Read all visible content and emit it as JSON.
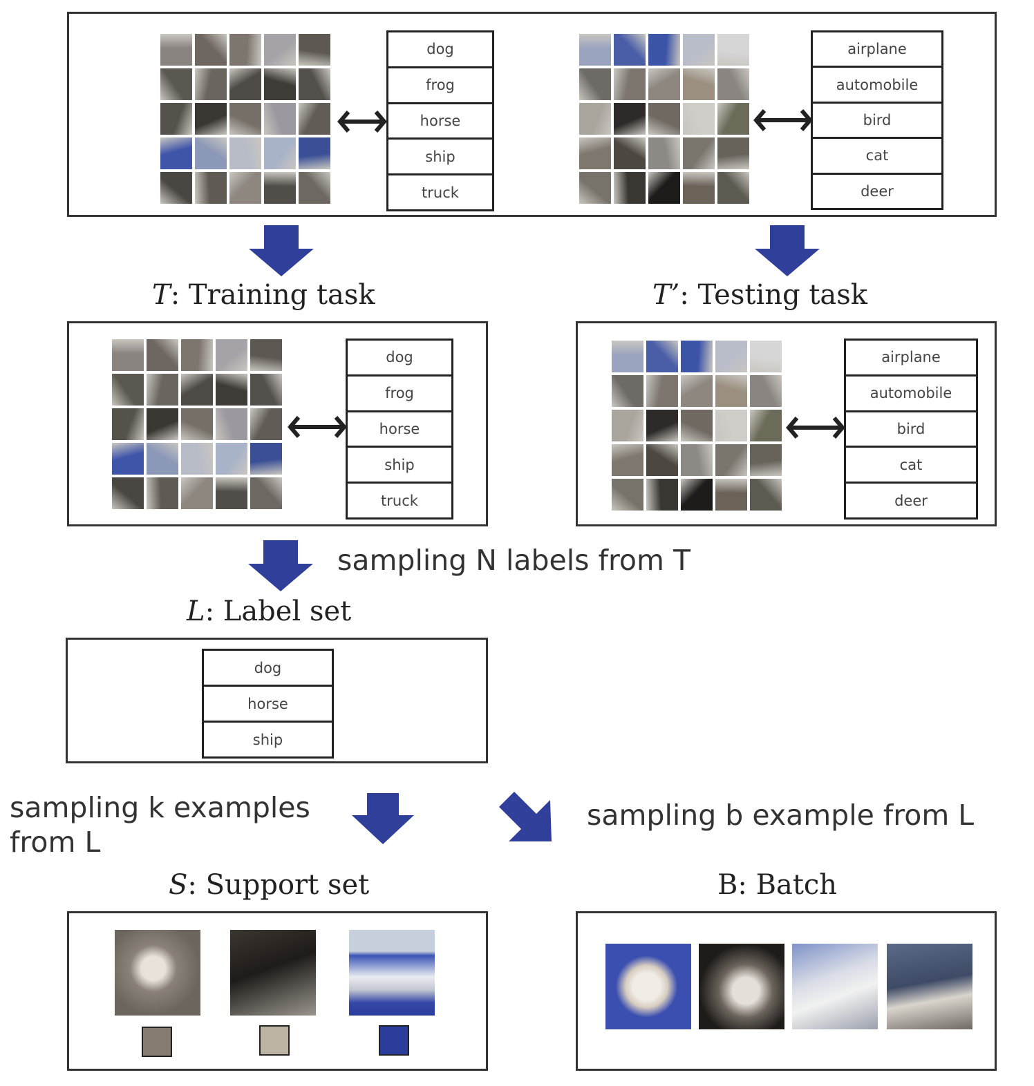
{
  "classes": {
    "training": [
      "dog",
      "frog",
      "horse",
      "ship",
      "truck"
    ],
    "testing": [
      "airplane",
      "automobile",
      "bird",
      "cat",
      "deer"
    ]
  },
  "training_task": {
    "symbol": "T",
    "label": ": Training task"
  },
  "testing_task": {
    "symbol": "T’",
    "label": ": Testing task"
  },
  "label_set": {
    "symbol": "L",
    "label": ": Label set",
    "labels": [
      "dog",
      "horse",
      "ship"
    ]
  },
  "support_set": {
    "symbol": "S",
    "label": ": Support set"
  },
  "batch": {
    "title": "B: Batch"
  },
  "captions": {
    "sample_labels": "sampling N labels from T",
    "sample_k_line1": "sampling k examples",
    "sample_k_line2": "from L",
    "sample_b": "sampling b example from L"
  },
  "colors": {
    "arrow": "#2f3f9a",
    "swatch_dog": "#857b70",
    "swatch_horse": "#bdb3a3",
    "swatch_ship": "#2b3d9a"
  }
}
